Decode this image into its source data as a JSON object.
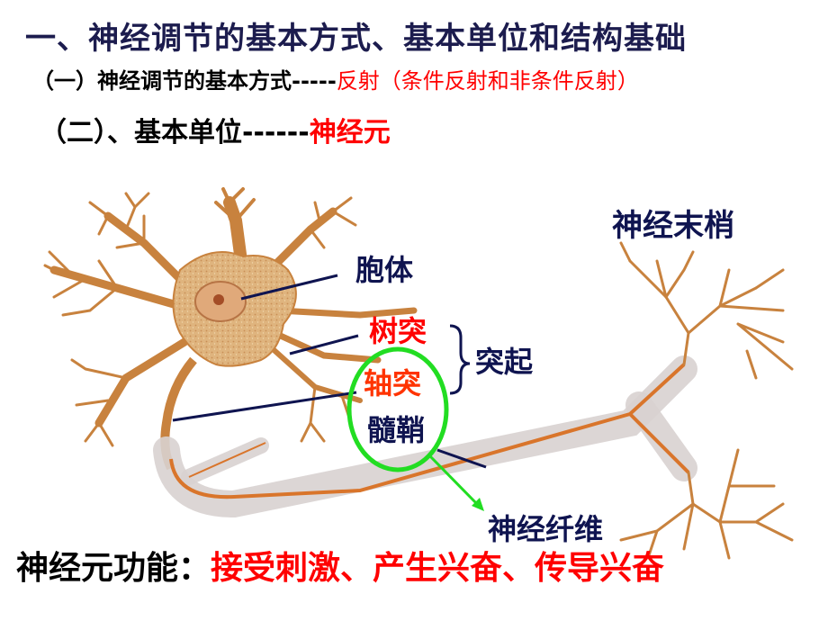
{
  "slide": {
    "title": "一、神经调节的基本方式、基本单位和结构基础",
    "section1": {
      "prefix": "（一）神经调节的基本方式",
      "dashes": "-----",
      "answer": "反射（条件反射和非条件反射）"
    },
    "section2": {
      "prefix": "（二）、基本单位",
      "dashes": "------",
      "answer": "神经元"
    },
    "footer": {
      "label": "神经元功能：",
      "functions": "接受刺激、产生兴奋、传导兴奋"
    }
  },
  "diagram": {
    "labels": {
      "cell_body": "胞体",
      "dendrite": "树突",
      "axon": "轴突",
      "process_group": "突起",
      "myelin_sheath": "髓鞘",
      "nerve_ending": "神经末梢",
      "nerve_fiber": "神经纤维"
    },
    "colors": {
      "navy": "#0f1450",
      "red": "#ff0000",
      "orange_red": "#ff3300",
      "highlight_circle": "#22dd22",
      "neuron_fill": "#deb27a",
      "neuron_stroke": "#c8823e",
      "axon_core": "#d9752b",
      "myelin": "#d8d2d0"
    }
  }
}
